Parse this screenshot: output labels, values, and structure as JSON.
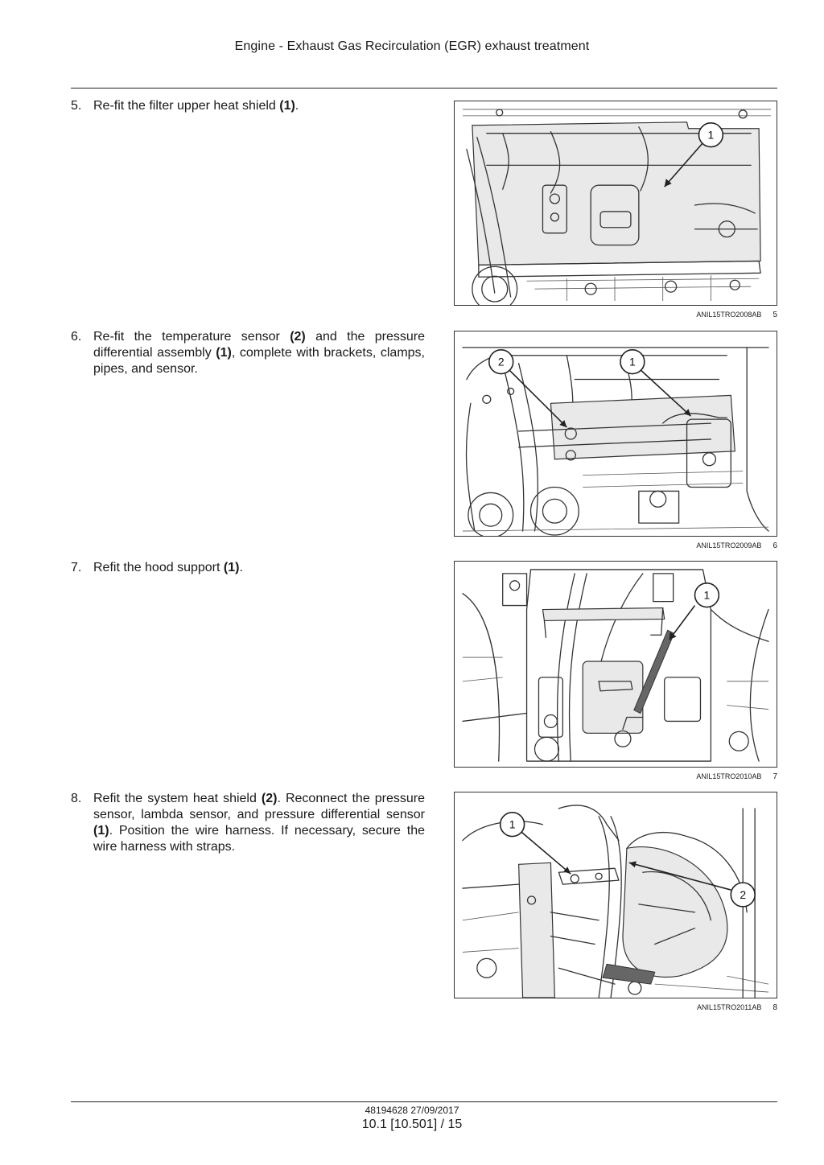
{
  "header": {
    "title": "Engine - Exhaust Gas Recirculation (EGR) exhaust treatment"
  },
  "steps": [
    {
      "number": "5.",
      "parts": [
        "Re-fit the filter upper heat shield ",
        "(1)",
        "."
      ],
      "figure": {
        "code": "ANIL15TRO2008AB",
        "number": "5",
        "callouts": [
          "1"
        ]
      }
    },
    {
      "number": "6.",
      "parts": [
        "Re-fit the temperature sensor ",
        "(2)",
        " and the pressure differential assembly ",
        "(1)",
        ", complete with brackets, clamps, pipes, and sensor."
      ],
      "figure": {
        "code": "ANIL15TRO2009AB",
        "number": "6",
        "callouts": [
          "2",
          "1"
        ]
      }
    },
    {
      "number": "7.",
      "parts": [
        "Refit the hood support ",
        "(1)",
        "."
      ],
      "figure": {
        "code": "ANIL15TRO2010AB",
        "number": "7",
        "callouts": [
          "1"
        ]
      }
    },
    {
      "number": "8.",
      "parts": [
        "Refit the system heat shield ",
        "(2)",
        ". Reconnect the pressure sensor, lambda sensor, and pressure differential sensor ",
        "(1)",
        ". Position the wire harness. If necessary, secure the wire harness with straps."
      ],
      "figure": {
        "code": "ANIL15TRO2011AB",
        "number": "8",
        "callouts": [
          "1",
          "2"
        ]
      }
    }
  ],
  "footer": {
    "doc": "48194628 27/09/2017",
    "page": "10.1 [10.501] / 15"
  }
}
